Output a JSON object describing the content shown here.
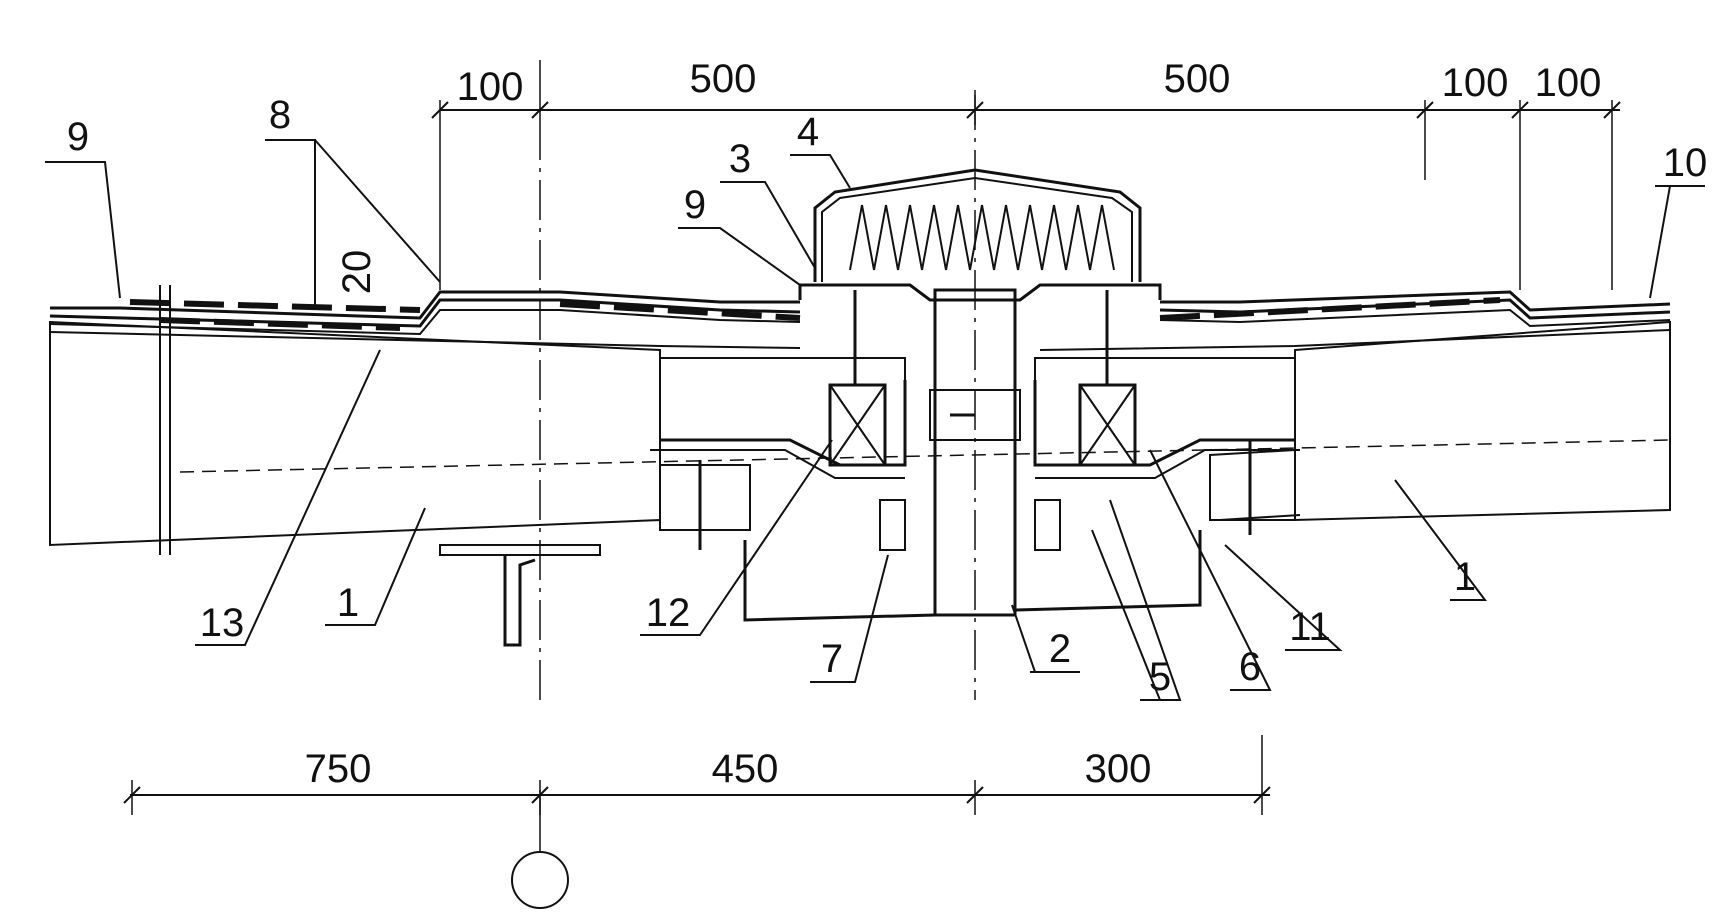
{
  "callouts": {
    "c9_left": "9",
    "c8": "8",
    "c20": "20",
    "c3": "3",
    "c4": "4",
    "c9_mid": "9",
    "c10": "10",
    "c13": "13",
    "c1_left": "1",
    "c12": "12",
    "c7": "7",
    "c2": "2",
    "c5": "5",
    "c6": "6",
    "c11": "11",
    "c1_right": "1"
  },
  "dimensions_top": {
    "d100_left": "100",
    "d500_left": "500",
    "d500_right": "500",
    "d100_right_a": "100",
    "d100_right_b": "100"
  },
  "dimensions_bottom": {
    "d750": "750",
    "d450": "450",
    "d300": "300"
  },
  "colors": {
    "ink": "#111111",
    "paper": "#ffffff",
    "insulation_hatch": "#222222"
  }
}
